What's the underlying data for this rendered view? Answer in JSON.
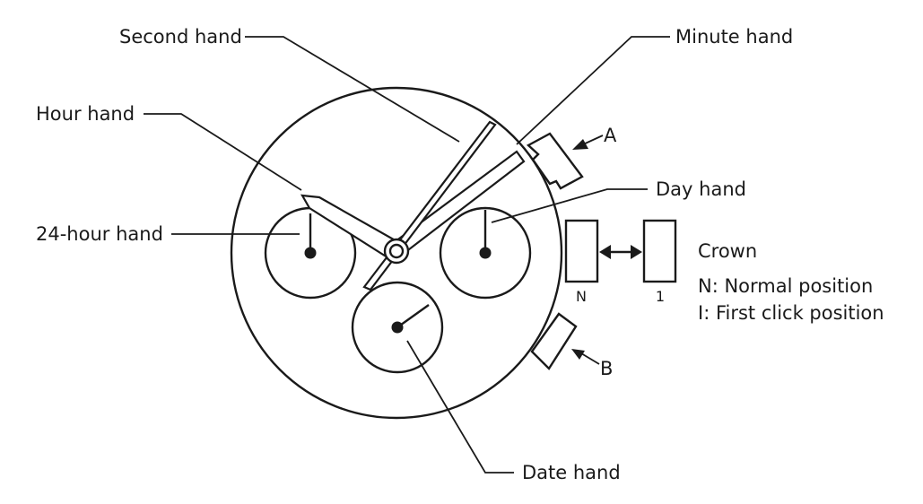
{
  "labels": {
    "second_hand": "Second hand",
    "minute_hand": "Minute hand",
    "hour_hand": "Hour hand",
    "day_hand": "Day hand",
    "hour24_hand": "24-hour hand",
    "date_hand": "Date hand"
  },
  "buttons": {
    "a": "A",
    "b": "B"
  },
  "crown": {
    "title": "Crown",
    "pos_n_label": "N",
    "pos_1_label": "1",
    "legend_n": "N: Normal position",
    "legend_1": "I:  First click position"
  },
  "colors": {
    "ink": "#1a1a1a",
    "background": "#ffffff"
  }
}
